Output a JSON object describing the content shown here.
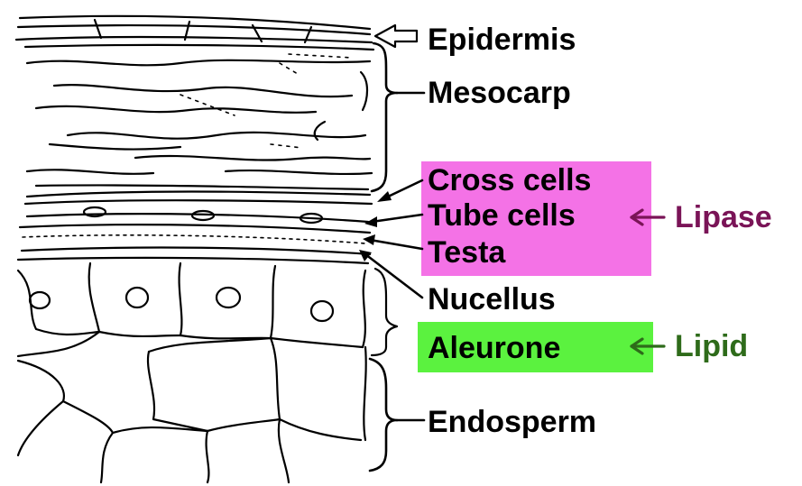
{
  "labels": {
    "epidermis": "Epidermis",
    "mesocarp": "Mesocarp",
    "cross_cells": "Cross cells",
    "tube_cells": "Tube cells",
    "testa": "Testa",
    "nucellus": "Nucellus",
    "aleurone": "Aleurone",
    "endosperm": "Endosperm"
  },
  "annotations": {
    "lipase": "Lipase",
    "lipid": "Lipid"
  },
  "colors": {
    "lipase_highlight": "#f472e6",
    "lipid_highlight": "#5bf23f",
    "lipase_text": "#7a1457",
    "lipid_text": "#2e6b1a",
    "ink": "#000000"
  }
}
